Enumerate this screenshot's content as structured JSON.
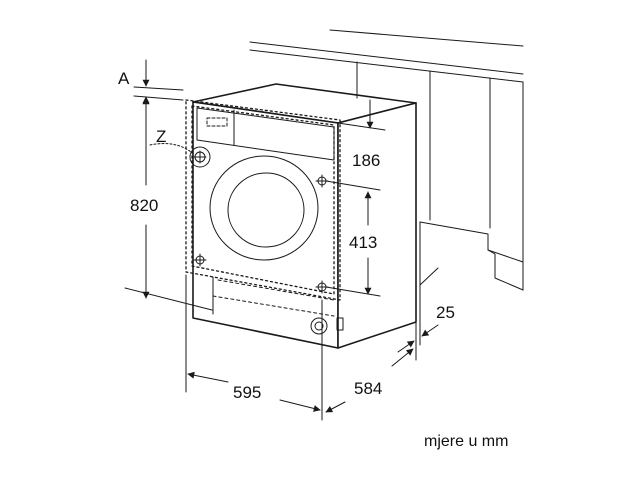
{
  "labels": {
    "a": "A",
    "z": "Z",
    "height": "820",
    "top_panel": "186",
    "mount_spacing": "413",
    "width": "595",
    "depth": "584",
    "recess": "25"
  },
  "unit_note": "mjere u mm",
  "colors": {
    "line": "#1a1a1a",
    "hatch": "#2a2a2a"
  }
}
